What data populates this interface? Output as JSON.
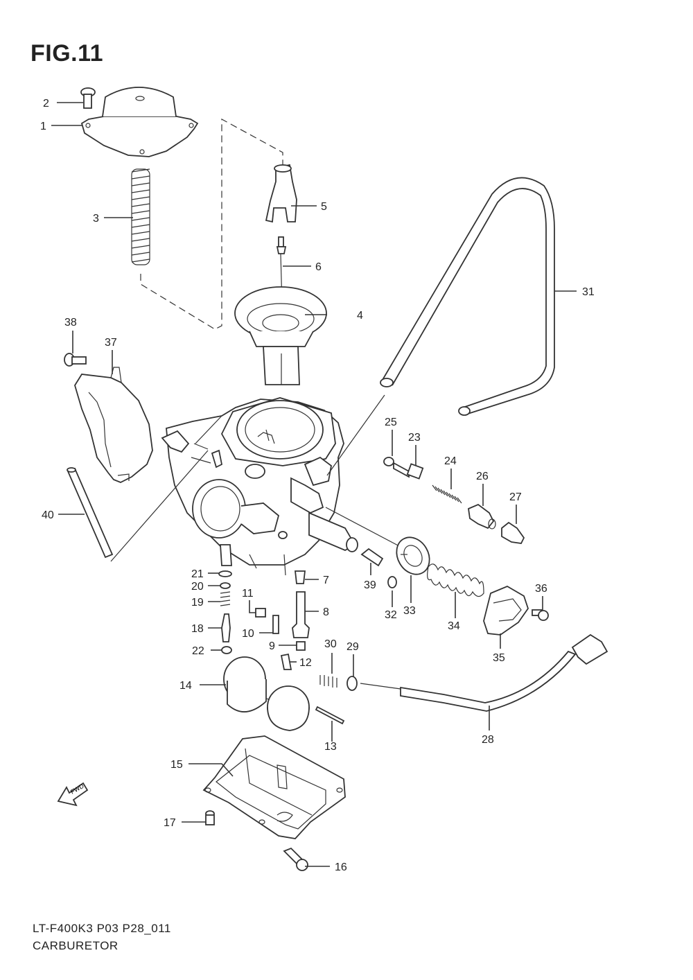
{
  "figure": {
    "title": "FIG.11"
  },
  "footer": {
    "model_code": "LT-F400K3 P03 P28_011",
    "section": "CARBURETOR"
  },
  "direction_marker": {
    "text": "FWD"
  },
  "callouts": [
    "1",
    "2",
    "3",
    "4",
    "5",
    "6",
    "7",
    "8",
    "9",
    "10",
    "11",
    "12",
    "13",
    "14",
    "15",
    "16",
    "17",
    "18",
    "19",
    "20",
    "21",
    "22",
    "23",
    "24",
    "25",
    "26",
    "27",
    "28",
    "29",
    "30",
    "31",
    "32",
    "33",
    "34",
    "35",
    "36",
    "37",
    "38",
    "39",
    "40"
  ]
}
